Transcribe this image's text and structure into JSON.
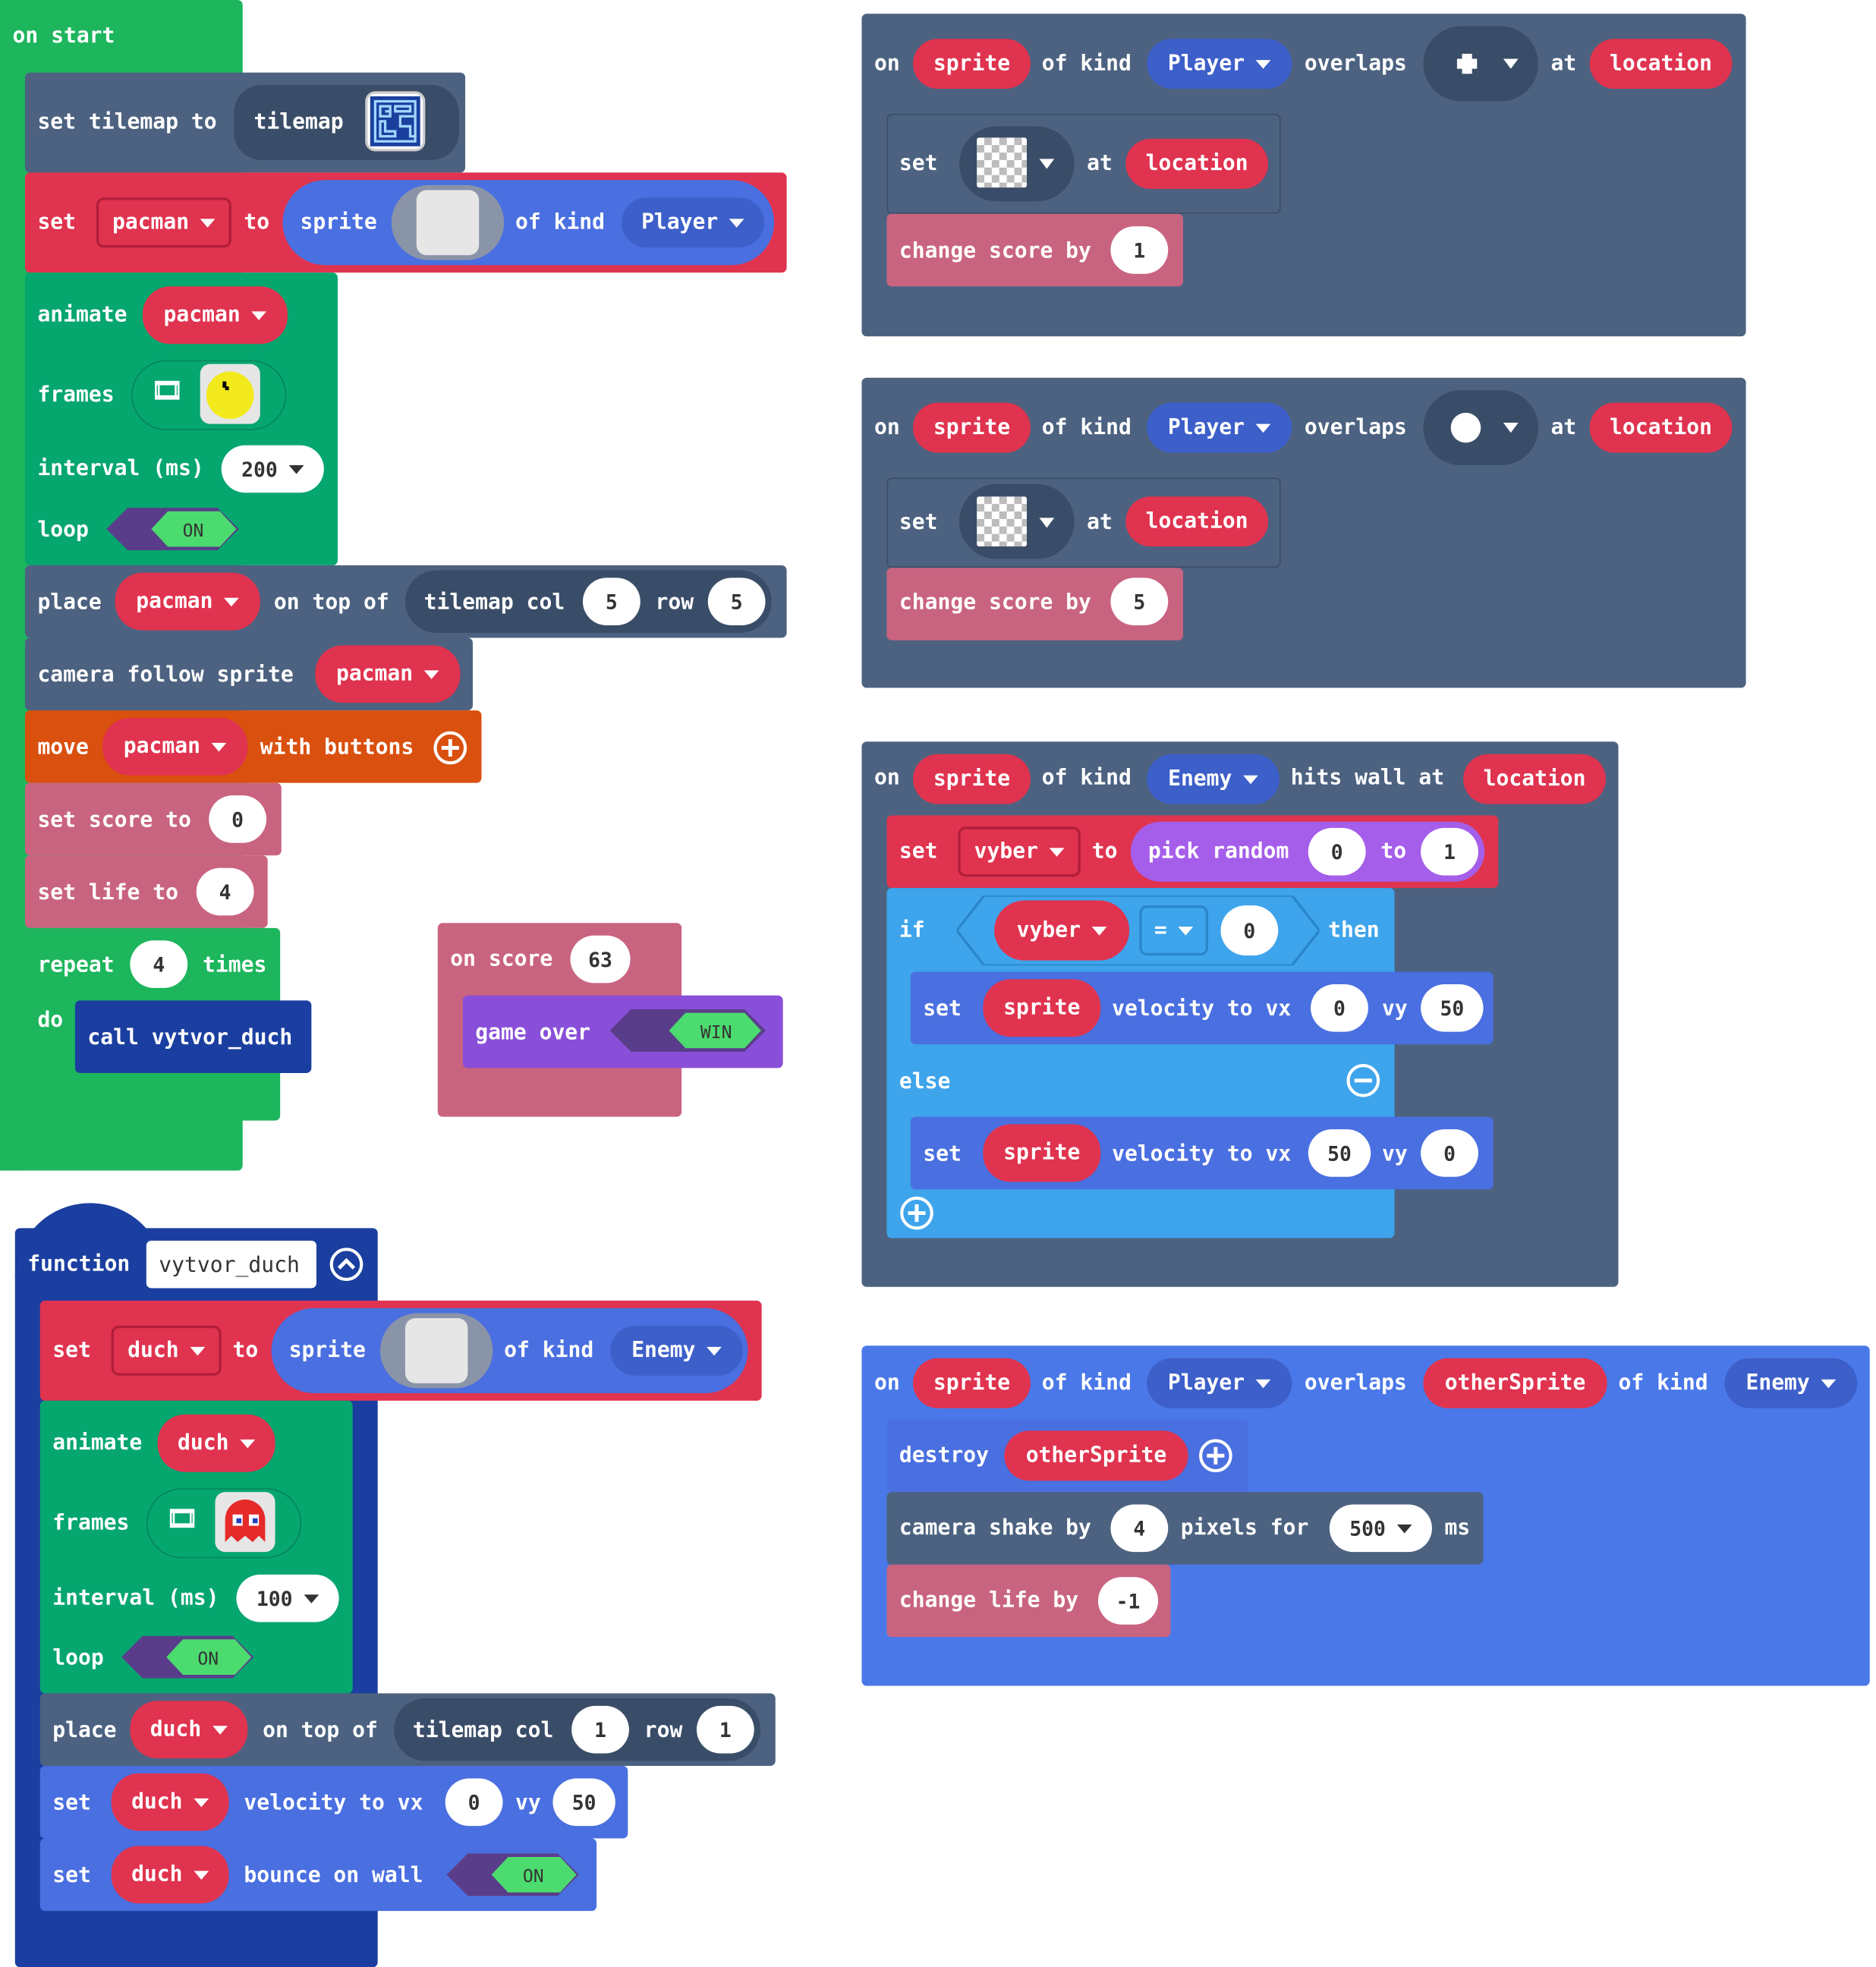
{
  "on_start": {
    "hat": "on start",
    "set_tilemap": {
      "label": "set tilemap to",
      "value": "tilemap"
    },
    "set_pacman": {
      "set": "set",
      "var": "pacman",
      "to": "to",
      "sprite": "sprite",
      "of_kind": "of kind",
      "kind": "Player"
    },
    "animate": {
      "label": "animate",
      "var": "pacman",
      "frames": "frames",
      "interval": "interval (ms)",
      "interval_value": "200",
      "loop": "loop",
      "loop_value": "ON"
    },
    "place": {
      "label": "place",
      "var": "pacman",
      "on_top": "on top of",
      "tilemap_col": "tilemap col",
      "col": "5",
      "row_label": "row",
      "row": "5"
    },
    "camera": {
      "label": "camera follow sprite",
      "var": "pacman"
    },
    "move": {
      "label": "move",
      "var": "pacman",
      "with_buttons": "with buttons"
    },
    "score": {
      "label": "set score to",
      "value": "0"
    },
    "life": {
      "label": "set life to",
      "value": "4"
    },
    "repeat": {
      "label": "repeat",
      "value": "4",
      "times": "times",
      "do": "do",
      "call": "call vytvor_duch"
    }
  },
  "on_score": {
    "label": "on score",
    "value": "63",
    "game_over": "game over",
    "result": "WIN"
  },
  "function": {
    "label": "function",
    "name": "vytvor_duch",
    "set_duch": {
      "set": "set",
      "var": "duch",
      "to": "to",
      "sprite": "sprite",
      "of_kind": "of kind",
      "kind": "Enemy"
    },
    "animate": {
      "label": "animate",
      "var": "duch",
      "frames": "frames",
      "interval": "interval (ms)",
      "interval_value": "100",
      "loop": "loop",
      "loop_value": "ON"
    },
    "place": {
      "label": "place",
      "var": "duch",
      "on_top": "on top of",
      "tilemap_col": "tilemap col",
      "col": "1",
      "row_label": "row",
      "row": "1"
    },
    "velocity": {
      "set": "set",
      "var": "duch",
      "label": "velocity to vx",
      "vx": "0",
      "vy_label": "vy",
      "vy": "50"
    },
    "bounce": {
      "set": "set",
      "var": "duch",
      "label": "bounce on wall",
      "value": "ON"
    }
  },
  "overlap1": {
    "on": "on",
    "sprite": "sprite",
    "of_kind": "of kind",
    "kind": "Player",
    "overlaps": "overlaps",
    "at": "at",
    "location": "location",
    "set": "set",
    "set_at": "at",
    "set_location": "location",
    "change": "change score by",
    "change_value": "1"
  },
  "overlap2": {
    "on": "on",
    "sprite": "sprite",
    "of_kind": "of kind",
    "kind": "Player",
    "overlaps": "overlaps",
    "at": "at",
    "location": "location",
    "set": "set",
    "set_at": "at",
    "set_location": "location",
    "change": "change score by",
    "change_value": "5"
  },
  "hits_wall": {
    "on": "on",
    "sprite": "sprite",
    "of_kind": "of kind",
    "kind": "Enemy",
    "hits": "hits wall at",
    "location": "location",
    "set": "set",
    "var": "vyber",
    "to": "to",
    "pick": "pick random",
    "from": "0",
    "to2": "to",
    "until": "1",
    "if": "if",
    "cmp_var": "vyber",
    "op": "=",
    "cmp_val": "0",
    "then": "then",
    "set1": {
      "set": "set",
      "sprite": "sprite",
      "label": "velocity to vx",
      "vx": "0",
      "vy_label": "vy",
      "vy": "50"
    },
    "else": "else",
    "set2": {
      "set": "set",
      "sprite": "sprite",
      "label": "velocity to vx",
      "vx": "50",
      "vy_label": "vy",
      "vy": "0"
    }
  },
  "enemy_overlap": {
    "on": "on",
    "sprite": "sprite",
    "of_kind": "of kind",
    "kind": "Player",
    "overlaps": "overlaps",
    "other": "otherSprite",
    "of_kind2": "of kind",
    "kind2": "Enemy",
    "destroy": "destroy",
    "destroy_var": "otherSprite",
    "shake": "camera shake by",
    "shake_value": "4",
    "pixels_for": "pixels for",
    "ms_value": "500",
    "ms": "ms",
    "change_life": "change life by",
    "life_value": "-1"
  }
}
